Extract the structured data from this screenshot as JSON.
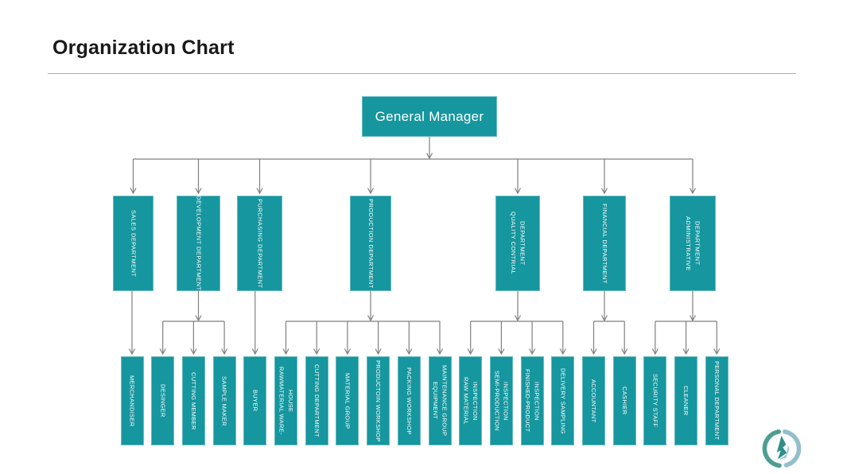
{
  "page": {
    "title": "Organization Chart"
  },
  "colors": {
    "node_fill": "#16969E",
    "node_text": "#FFFFFF",
    "connector": "#7F7F7F",
    "rule": "#ACACAC",
    "logo_arc_dark": "#4F9D92",
    "logo_arc_light": "#92BFCB",
    "logo_flame_dark": "#2F8F88",
    "logo_flame_light": "#9CC6CF"
  },
  "icons": {
    "logo": "flame-circle-logo"
  },
  "org_chart": {
    "root": {
      "label": "General Manager"
    },
    "departments": [
      {
        "label": "SALES DEPARTMENT",
        "children": [
          "MERCHANDISER"
        ]
      },
      {
        "label": "DEVELOPMENT DEPARTMENT",
        "children": [
          "DESINGER",
          "CUTTING MEMBER",
          "SAMPLE MAKER"
        ]
      },
      {
        "label": "PURCHASING DEPARTMENT",
        "children": [
          "BUYER"
        ]
      },
      {
        "label": "PRODUCTION DEPARTMENT",
        "children": [
          "RAWMATERIAL WARE-\nHOUSE",
          "CUTTING DEPARTMENT",
          "MATERIAL GROUP",
          "PRODUCTOIN WORKSHOP",
          "PACKING WORKSHOP",
          "EQUIPMENT\nMAINTENANCE GROUP"
        ]
      },
      {
        "label": "QUALITY CONTRIAL\nDEPARTMENT",
        "children": [
          "RAW MATERIAL\nINSPECTION",
          "SEMI-PRODUCTION\nINSPECTION",
          "FINISHED-PRODUCT\nINSPECTION",
          "DELIVERY SAMPLING"
        ]
      },
      {
        "label": "FINANCIAL DEPARTMENT",
        "children": [
          "ACCOUNTANT",
          "CASHIER"
        ]
      },
      {
        "label": "ADMINISTRATIVE\nDEPARTMENT",
        "children": [
          "SECURITY STAFF",
          "CLEANER",
          "PERSONAL DEPARTMENT"
        ]
      }
    ]
  }
}
